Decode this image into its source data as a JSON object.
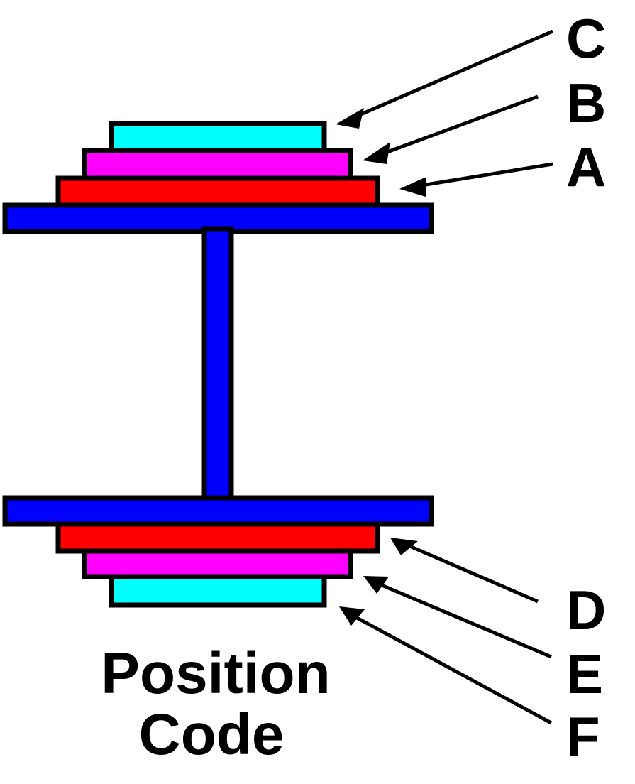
{
  "figure": {
    "title": "Position Code",
    "caption": {
      "line1": "Position",
      "line2": "Code"
    },
    "background_color": "#FFFFFF",
    "outline_color": "#000000",
    "palette": {
      "cyan": "#00FFFF",
      "magenta": "#FF00FF",
      "red": "#FF0000",
      "blue": "#0000FF"
    },
    "top_stack": {
      "name": "top-stack",
      "layers": [
        {
          "id": "top-cyan",
          "color_name": "cyan",
          "color": "#00FFFF",
          "label": "C"
        },
        {
          "id": "top-magenta",
          "color_name": "magenta",
          "color": "#FF00FF",
          "label": "B"
        },
        {
          "id": "top-red",
          "color_name": "red",
          "color": "#FF0000",
          "label": "A"
        },
        {
          "id": "top-blue",
          "color_name": "blue",
          "color": "#0000FF",
          "label": ""
        }
      ]
    },
    "bottom_stack": {
      "name": "bottom-stack",
      "layers": [
        {
          "id": "bottom-blue",
          "color_name": "blue",
          "color": "#0000FF",
          "label": ""
        },
        {
          "id": "bottom-red",
          "color_name": "red",
          "color": "#FF0000",
          "label": "D"
        },
        {
          "id": "bottom-magenta",
          "color_name": "magenta",
          "color": "#FF00FF",
          "label": "E"
        },
        {
          "id": "bottom-cyan",
          "color_name": "cyan",
          "color": "#00FFFF",
          "label": "F"
        }
      ]
    },
    "column": {
      "id": "center-column",
      "color_name": "blue",
      "color": "#0000FF"
    },
    "callouts": [
      {
        "key": "C",
        "letter": "C",
        "target": "top-cyan"
      },
      {
        "key": "B",
        "letter": "B",
        "target": "top-magenta"
      },
      {
        "key": "A",
        "letter": "A",
        "target": "top-red"
      },
      {
        "key": "D",
        "letter": "D",
        "target": "bottom-red"
      },
      {
        "key": "E",
        "letter": "E",
        "target": "bottom-magenta"
      },
      {
        "key": "F",
        "letter": "F",
        "target": "bottom-cyan"
      }
    ]
  }
}
